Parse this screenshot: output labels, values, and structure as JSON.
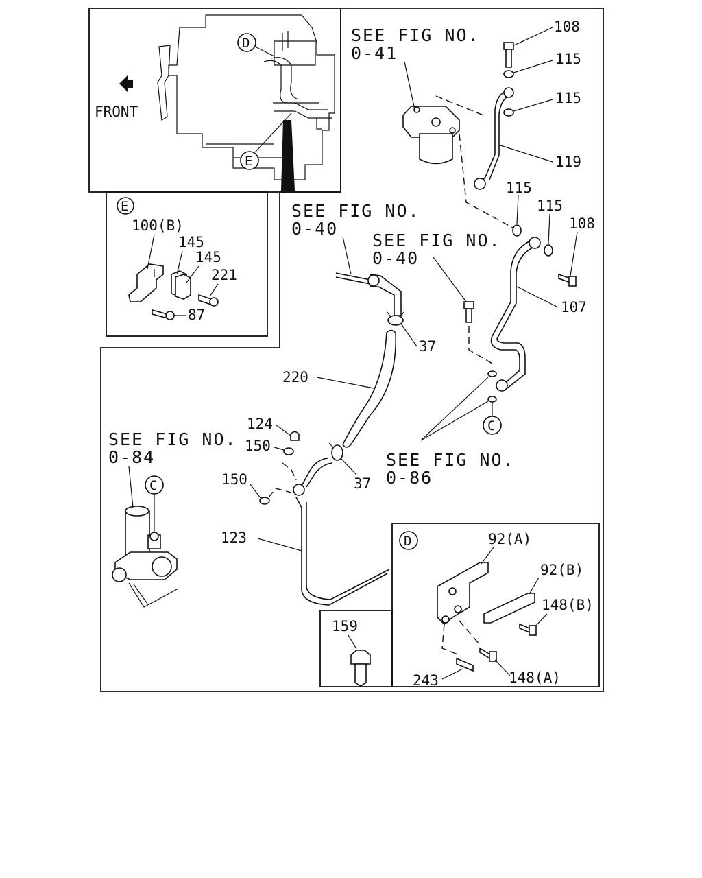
{
  "see_fig": {
    "fig_041": {
      "line1": "SEE FIG NO.",
      "line2": "0-41"
    },
    "fig_040a": {
      "line1": "SEE FIG NO.",
      "line2": "0-40"
    },
    "fig_040b": {
      "line1": "SEE FIG NO.",
      "line2": "0-40"
    },
    "fig_084": {
      "line1": "SEE FIG NO.",
      "line2": "0-84"
    },
    "fig_086": {
      "line1": "SEE FIG NO.",
      "line2": "0-86"
    }
  },
  "front_label": "FRONT",
  "circle_labels": {
    "d_overview": "D",
    "e_overview": "E",
    "e_inset": "E",
    "c_right": "C",
    "c_left": "C",
    "d_inset": "D"
  },
  "part_numbers": {
    "p108_top": "108",
    "p115_a": "115",
    "p115_b": "115",
    "p119": "119",
    "p115_c": "115",
    "p115_d": "115",
    "p108_mid": "108",
    "p107": "107",
    "p37_top": "37",
    "p220": "220",
    "p124": "124",
    "p150_a": "150",
    "p150_b": "150",
    "p37_mid": "37",
    "p123": "123",
    "p100b": "100(B)",
    "p145_a": "145",
    "p145_b": "145",
    "p221": "221",
    "p87": "87",
    "p92a": "92(A)",
    "p92b": "92(B)",
    "p148b": "148(B)",
    "p148a": "148(A)",
    "p243": "243",
    "p159": "159"
  }
}
